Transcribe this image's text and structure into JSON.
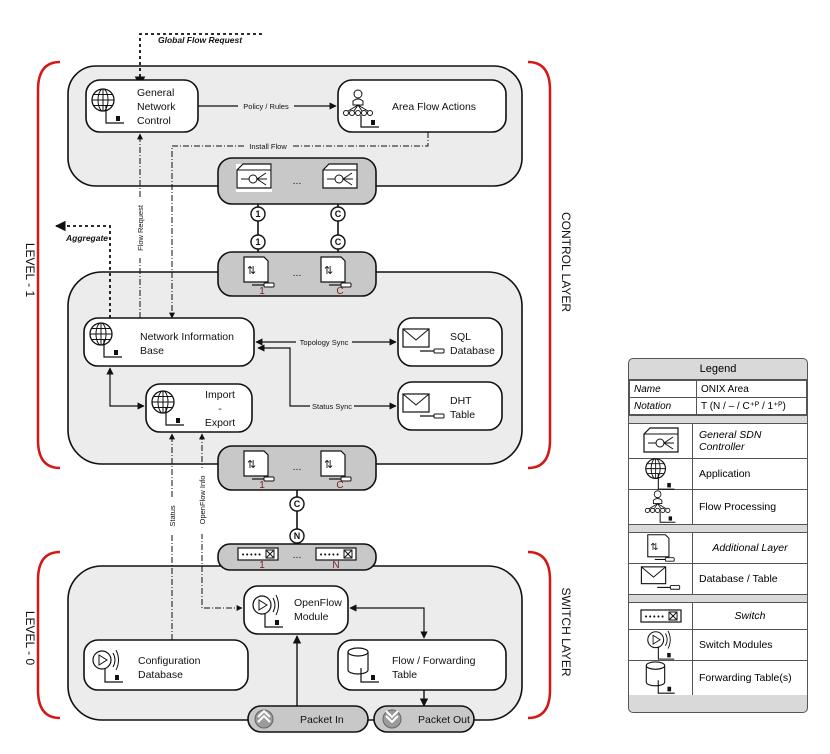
{
  "diagram": {
    "global_flow_request": "Global Flow Request",
    "aggregate": "Aggregate",
    "level1": "LEVEL - 1",
    "level0": "LEVEL - 0",
    "control_layer": "CONTROL LAYER",
    "switch_layer": "SWITCH LAYER",
    "general_network_control": [
      "General",
      "Network",
      "Control"
    ],
    "area_flow_actions": "Area Flow Actions",
    "policy_rules": "Policy / Rules",
    "install_flow": "Install Flow",
    "flow_request": "Flow Request",
    "ellipsis": "...",
    "circle_1": "1",
    "circle_c": "C",
    "circle_n": "N",
    "index_1": "1",
    "index_c": "C",
    "index_n": "N",
    "nib": [
      "Network Information",
      "Base"
    ],
    "sql_db": [
      "SQL",
      "Database"
    ],
    "dht_table": [
      "DHT",
      "Table"
    ],
    "topology_sync": "Topology Sync",
    "status_sync": "Status Sync",
    "import_export": [
      "Import",
      "-",
      "Export"
    ],
    "status": "Status",
    "openflow_info": "OpenFlow Info",
    "openflow_module": [
      "OpenFlow",
      "Module"
    ],
    "configuration_database": [
      "Configuration",
      "Database"
    ],
    "flow_forwarding_table": [
      "Flow / Forwarding",
      "Table"
    ],
    "packet_in": "Packet In",
    "packet_out": "Packet Out"
  },
  "legend": {
    "title": "Legend",
    "name_key": "Name",
    "name_value": "ONIX Area",
    "notation_key": "Notation",
    "notation_value": "T (N / – / C⁺ᴾ / 1⁺ᴾ)",
    "items": {
      "controller": "General SDN Controller",
      "application": "Application",
      "flow_processing": "Flow Processing",
      "additional_layer": "Additional Layer",
      "database_table": "Database / Table",
      "switch": "Switch",
      "switch_modules": "Switch Modules",
      "forwarding_tables": "Forwarding Table(s)"
    }
  }
}
